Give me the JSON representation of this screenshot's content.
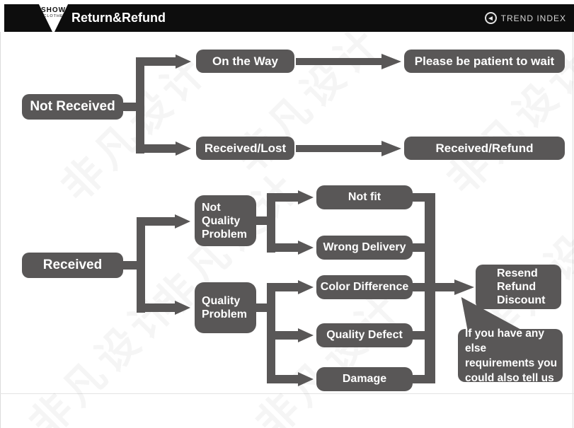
{
  "header": {
    "logo_line1": "SHOW",
    "logo_line2": "CLOTHE",
    "title": "Return&Refund",
    "right_brand": "TREND INDEX"
  },
  "watermark": {
    "text": "非凡设计"
  },
  "colors": {
    "node_gray": "#595757",
    "header_black": "#0d0d0d",
    "node_text": "#ffffff"
  },
  "flow": {
    "not_received": "Not Received",
    "on_the_way": "On the Way",
    "please_wait": "Please be patient to wait",
    "received_lost": "Received/Lost",
    "received_refund": "Received/Refund",
    "received": "Received",
    "not_quality_problem": {
      "line1": "Not",
      "line2": "Quality",
      "line3": "Problem"
    },
    "quality_problem": {
      "line1": "Quality",
      "line2": "Problem"
    },
    "not_fit": "Not fit",
    "wrong_delivery": "Wrong Delivery",
    "color_difference": "Color Difference",
    "quality_defect": "Quality Defect",
    "damage": "Damage",
    "resend": {
      "line1": "Resend",
      "line2": "Refund",
      "line3": "Discount"
    },
    "bubble": {
      "line1": "If you have any else",
      "line2": "requirements you",
      "line3": "could also tell us"
    }
  }
}
